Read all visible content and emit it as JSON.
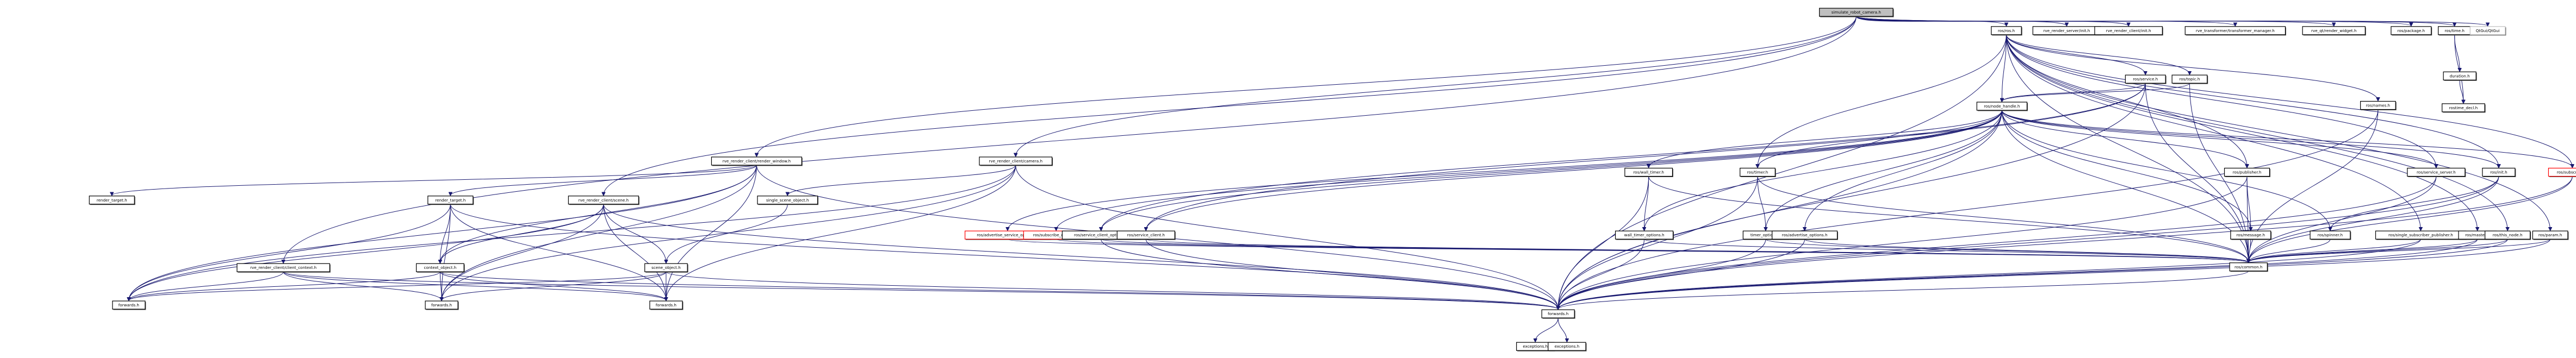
{
  "title": "simulate_robot_camera.h",
  "colors": {
    "edge": "#191970",
    "root_fill": "#bfbfbf",
    "node_border": "#000000",
    "missing_border": "#ff0000",
    "external_border": "#bfbfbf"
  },
  "nodes": [
    {
      "id": "root",
      "label": "simulate_robot_camera.h",
      "style": "root"
    },
    {
      "id": "ros_ros",
      "label": "ros/ros.h"
    },
    {
      "id": "rs_init",
      "label": "rve_render_server/init.h"
    },
    {
      "id": "rc_init",
      "label": "rve_render_client/init.h"
    },
    {
      "id": "tf_mgr",
      "label": "rve_transformer/transformer_manager.h"
    },
    {
      "id": "qt_rw",
      "label": "rve_qt/render_widget.h"
    },
    {
      "id": "ros_pkg",
      "label": "ros/package.h"
    },
    {
      "id": "ros_time",
      "label": "ros/time.h"
    },
    {
      "id": "qtgui",
      "label": "QtGui/QtGui",
      "style": "gray"
    },
    {
      "id": "duration",
      "label": "duration.h"
    },
    {
      "id": "rostime_decl",
      "label": "rostime_decl.h"
    },
    {
      "id": "ros_service",
      "label": "ros/service.h"
    },
    {
      "id": "ros_topic",
      "label": "ros/topic.h"
    },
    {
      "id": "ros_names",
      "label": "ros/names.h"
    },
    {
      "id": "ros_nh",
      "label": "ros/node_handle.h"
    },
    {
      "id": "rc_rw",
      "label": "rve_render_client/render_window.h"
    },
    {
      "id": "rc_cam",
      "label": "rve_render_client/camera.h"
    },
    {
      "id": "ros_wt",
      "label": "ros/wall_timer.h"
    },
    {
      "id": "ros_timer",
      "label": "ros/timer.h"
    },
    {
      "id": "ros_pub",
      "label": "ros/publisher.h"
    },
    {
      "id": "ros_ss",
      "label": "ros/service_server.h"
    },
    {
      "id": "ros_init",
      "label": "ros/init.h"
    },
    {
      "id": "ros_sub",
      "label": "ros/subscriber.h",
      "style": "red"
    },
    {
      "id": "rt1",
      "label": "render_target.h"
    },
    {
      "id": "rt2",
      "label": "render_target.h"
    },
    {
      "id": "rc_scene",
      "label": "rve_render_client/scene.h"
    },
    {
      "id": "sso",
      "label": "single_scene_object.h"
    },
    {
      "id": "ros_aso",
      "label": "ros/advertise_service_options.h",
      "style": "red"
    },
    {
      "id": "ros_so",
      "label": "ros/subscribe_options.h",
      "style": "red"
    },
    {
      "id": "ros_sco",
      "label": "ros/service_client_options.h"
    },
    {
      "id": "ros_sc",
      "label": "ros/service_client.h"
    },
    {
      "id": "wto",
      "label": "wall_timer_options.h"
    },
    {
      "id": "to",
      "label": "timer_options.h"
    },
    {
      "id": "ros_ao",
      "label": "ros/advertise_options.h"
    },
    {
      "id": "ros_msg",
      "label": "ros/message.h"
    },
    {
      "id": "ros_spin",
      "label": "ros/spinner.h"
    },
    {
      "id": "ros_ssp",
      "label": "ros/single_subscriber_publisher.h"
    },
    {
      "id": "ros_master",
      "label": "ros/master.h"
    },
    {
      "id": "ros_thisnode",
      "label": "ros/this_node.h"
    },
    {
      "id": "ros_param",
      "label": "ros/param.h"
    },
    {
      "id": "rc_cc",
      "label": "rve_render_client/client_context.h"
    },
    {
      "id": "ctx_obj",
      "label": "context_object.h"
    },
    {
      "id": "scene_obj",
      "label": "scene_object.h"
    },
    {
      "id": "ros_common",
      "label": "ros/common.h"
    },
    {
      "id": "fw1",
      "label": "forwards.h"
    },
    {
      "id": "fw2",
      "label": "forwards.h"
    },
    {
      "id": "fw3",
      "label": "forwards.h"
    },
    {
      "id": "fw_main",
      "label": "forwards.h"
    },
    {
      "id": "exc1",
      "label": "exceptions.h"
    },
    {
      "id": "exc2",
      "label": "exceptions.h"
    }
  ],
  "edges": [
    [
      "root",
      "ros_ros"
    ],
    [
      "root",
      "rs_init"
    ],
    [
      "root",
      "rc_init"
    ],
    [
      "root",
      "tf_mgr"
    ],
    [
      "root",
      "qt_rw"
    ],
    [
      "root",
      "ros_pkg"
    ],
    [
      "root",
      "ros_time"
    ],
    [
      "root",
      "qtgui"
    ],
    [
      "root",
      "rc_rw"
    ],
    [
      "root",
      "rc_cam"
    ],
    [
      "root",
      "rc_scene"
    ],
    [
      "root",
      "rc_cc"
    ],
    [
      "ros_time",
      "duration"
    ],
    [
      "ros_time",
      "rostime_decl"
    ],
    [
      "duration",
      "rostime_decl"
    ],
    [
      "ros_ros",
      "ros_service"
    ],
    [
      "ros_ros",
      "ros_topic"
    ],
    [
      "ros_ros",
      "ros_names"
    ],
    [
      "ros_ros",
      "ros_nh"
    ],
    [
      "ros_ros",
      "ros_pub"
    ],
    [
      "ros_ros",
      "ros_ss"
    ],
    [
      "ros_ros",
      "ros_init"
    ],
    [
      "ros_ros",
      "ros_sub"
    ],
    [
      "ros_ros",
      "ros_ssp"
    ],
    [
      "ros_ros",
      "ros_master"
    ],
    [
      "ros_ros",
      "ros_thisnode"
    ],
    [
      "ros_ros",
      "ros_param"
    ],
    [
      "ros_ros",
      "ros_timer"
    ],
    [
      "ros_ros",
      "ros_common"
    ],
    [
      "ros_ros",
      "fw_main"
    ],
    [
      "ros_service",
      "ros_nh"
    ],
    [
      "ros_service",
      "ros_common"
    ],
    [
      "ros_service",
      "fw_main"
    ],
    [
      "ros_service",
      "ros_sc"
    ],
    [
      "ros_service",
      "ros_sco"
    ],
    [
      "ros_topic",
      "ros_nh"
    ],
    [
      "ros_topic",
      "ros_common"
    ],
    [
      "ros_names",
      "ros_common"
    ],
    [
      "ros_names",
      "fw_main"
    ],
    [
      "ros_nh",
      "ros_wt"
    ],
    [
      "ros_nh",
      "ros_timer"
    ],
    [
      "ros_nh",
      "ros_pub"
    ],
    [
      "ros_nh",
      "ros_ss"
    ],
    [
      "ros_nh",
      "ros_init"
    ],
    [
      "ros_nh",
      "ros_sub"
    ],
    [
      "ros_nh",
      "ros_aso"
    ],
    [
      "ros_nh",
      "ros_so"
    ],
    [
      "ros_nh",
      "ros_sco"
    ],
    [
      "ros_nh",
      "ros_sc"
    ],
    [
      "ros_nh",
      "wto"
    ],
    [
      "ros_nh",
      "to"
    ],
    [
      "ros_nh",
      "ros_ao"
    ],
    [
      "ros_nh",
      "ros_msg"
    ],
    [
      "ros_nh",
      "ros_spin"
    ],
    [
      "ros_nh",
      "ros_common"
    ],
    [
      "ros_nh",
      "fw_main"
    ],
    [
      "ros_wt",
      "wto"
    ],
    [
      "ros_wt",
      "ros_common"
    ],
    [
      "ros_wt",
      "fw_main"
    ],
    [
      "ros_timer",
      "to"
    ],
    [
      "ros_timer",
      "ros_common"
    ],
    [
      "ros_timer",
      "fw_main"
    ],
    [
      "ros_pub",
      "ros_msg"
    ],
    [
      "ros_pub",
      "ros_common"
    ],
    [
      "ros_pub",
      "fw_main"
    ],
    [
      "ros_ss",
      "ros_common"
    ],
    [
      "ros_ss",
      "fw_main"
    ],
    [
      "ros_init",
      "ros_spin"
    ],
    [
      "ros_init",
      "ros_common"
    ],
    [
      "ros_init",
      "fw_main"
    ],
    [
      "ros_sub",
      "ros_common"
    ],
    [
      "ros_sub",
      "fw_main"
    ],
    [
      "ros_aso",
      "ros_common"
    ],
    [
      "ros_so",
      "ros_common"
    ],
    [
      "ros_sco",
      "ros_common"
    ],
    [
      "ros_sc",
      "ros_common"
    ],
    [
      "ros_sco",
      "fw_main"
    ],
    [
      "ros_sc",
      "fw_main"
    ],
    [
      "wto",
      "ros_common"
    ],
    [
      "wto",
      "fw_main"
    ],
    [
      "to",
      "ros_common"
    ],
    [
      "to",
      "fw_main"
    ],
    [
      "ros_ao",
      "ros_common"
    ],
    [
      "ros_ao",
      "fw_main"
    ],
    [
      "ros_msg",
      "ros_common"
    ],
    [
      "ros_spin",
      "ros_common"
    ],
    [
      "ros_ssp",
      "ros_common"
    ],
    [
      "ros_ssp",
      "fw_main"
    ],
    [
      "ros_master",
      "ros_common"
    ],
    [
      "ros_master",
      "fw_main"
    ],
    [
      "ros_thisnode",
      "ros_common"
    ],
    [
      "ros_thisnode",
      "fw_main"
    ],
    [
      "ros_param",
      "ros_common"
    ],
    [
      "ros_param",
      "fw_main"
    ],
    [
      "ros_common",
      "fw_main"
    ],
    [
      "fw_main",
      "exc1"
    ],
    [
      "fw_main",
      "exc2"
    ],
    [
      "rc_rw",
      "rt1"
    ],
    [
      "rc_rw",
      "rt2"
    ],
    [
      "rc_rw",
      "fw1"
    ],
    [
      "rc_rw",
      "fw2"
    ],
    [
      "rc_rw",
      "fw3"
    ],
    [
      "rc_rw",
      "ctx_obj"
    ],
    [
      "rc_rw",
      "fw_main"
    ],
    [
      "rc_cam",
      "sso"
    ],
    [
      "rc_cam",
      "fw1"
    ],
    [
      "rc_cam",
      "fw2"
    ],
    [
      "rc_cam",
      "fw3"
    ],
    [
      "rc_cam",
      "fw_main"
    ],
    [
      "rt2",
      "ctx_obj"
    ],
    [
      "rt2",
      "fw1"
    ],
    [
      "rt2",
      "fw2"
    ],
    [
      "rt2",
      "fw3"
    ],
    [
      "rt2",
      "fw_main"
    ],
    [
      "rc_scene",
      "ctx_obj"
    ],
    [
      "rc_scene",
      "scene_obj"
    ],
    [
      "rc_scene",
      "fw1"
    ],
    [
      "rc_scene",
      "fw2"
    ],
    [
      "rc_scene",
      "fw3"
    ],
    [
      "rc_scene",
      "fw_main"
    ],
    [
      "sso",
      "scene_obj"
    ],
    [
      "rc_cc",
      "fw1"
    ],
    [
      "rc_cc",
      "fw2"
    ],
    [
      "rc_cc",
      "fw3"
    ],
    [
      "rc_cc",
      "fw_main"
    ],
    [
      "ctx_obj",
      "fw1"
    ],
    [
      "ctx_obj",
      "fw2"
    ],
    [
      "ctx_obj",
      "fw3"
    ],
    [
      "ctx_obj",
      "fw_main"
    ],
    [
      "scene_obj",
      "fw1"
    ],
    [
      "scene_obj",
      "fw2"
    ],
    [
      "scene_obj",
      "fw3"
    ],
    [
      "scene_obj",
      "fw_main"
    ]
  ]
}
